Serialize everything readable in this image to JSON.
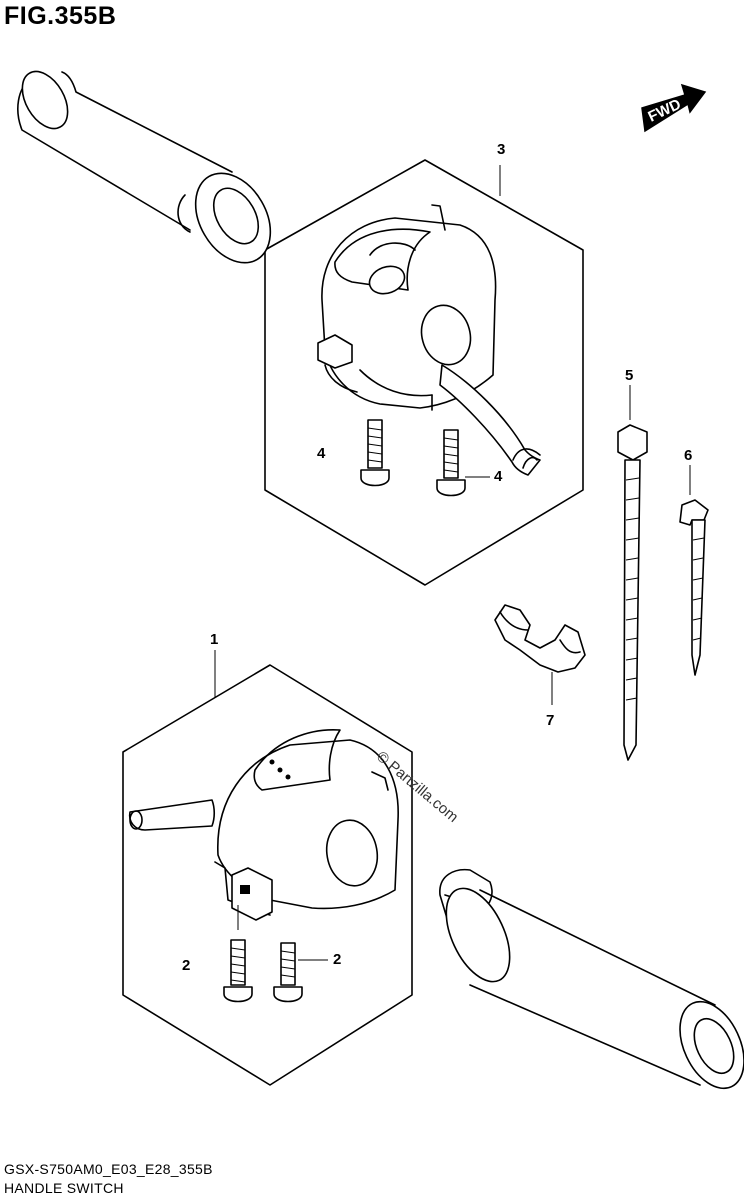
{
  "figure_title": "FIG.355B",
  "direction_label": "FWD",
  "watermark": "© Partzilla.com",
  "diagram_code": "GSX-S750AM0_E03_E28_355B",
  "section_name": "HANDLE SWITCH",
  "callouts": {
    "c1": "1",
    "c2a": "2",
    "c2b": "2",
    "c3": "3",
    "c4a": "4",
    "c4b": "4",
    "c5": "5",
    "c6": "6",
    "c7": "7"
  }
}
